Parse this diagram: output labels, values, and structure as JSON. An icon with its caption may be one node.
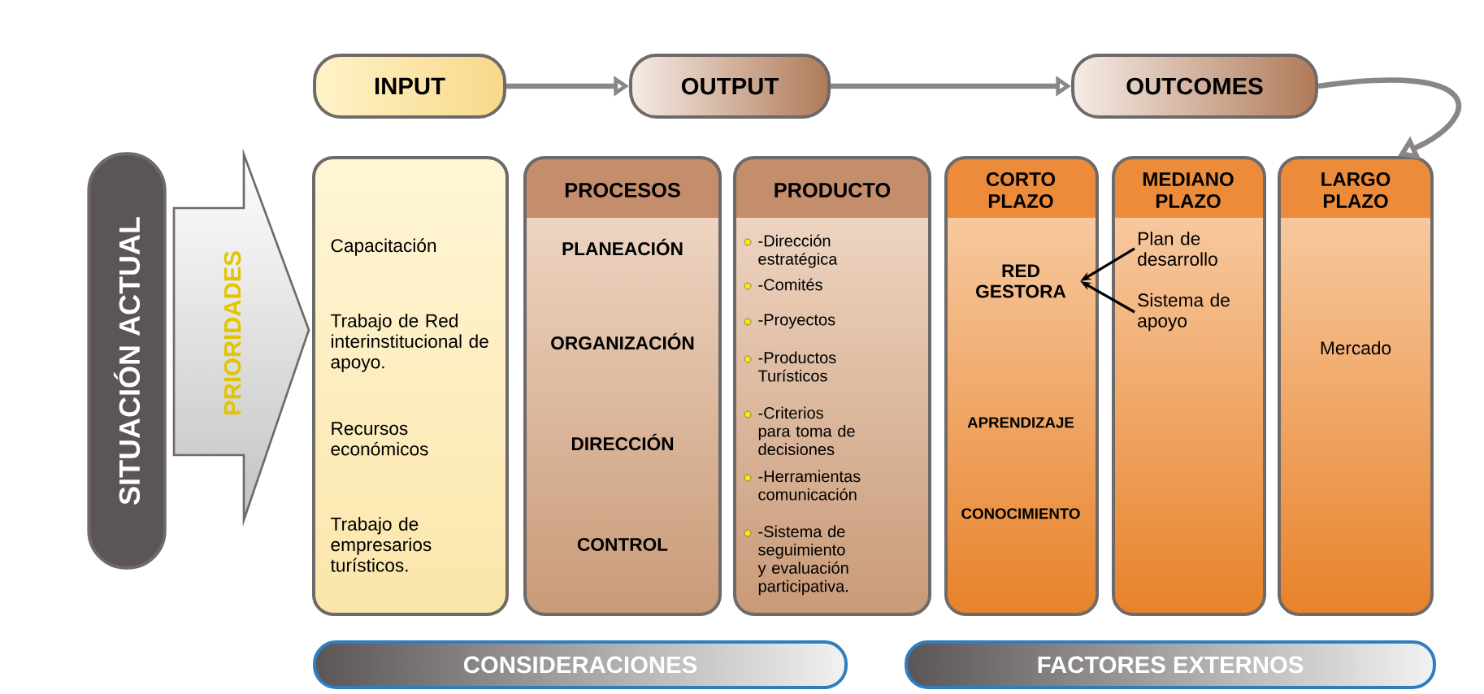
{
  "diagram": {
    "nodes": [
      {
        "text": [
          "SITUACIÓN ACTUAL"
        ]
      },
      {
        "text": [
          "PRIORIDADES"
        ]
      },
      {
        "text": [
          "INPUT"
        ]
      },
      {
        "text": [
          "OUTPUT"
        ]
      },
      {
        "text": [
          "OUTCOMES"
        ]
      },
      {
        "text": [
          "Capacitación",
          "Trabajo de Red interinstitucional de apoyo.",
          "Recursos económicos",
          "Trabajo de empresarios turísticos."
        ]
      },
      {
        "text": [
          "PROCESOS",
          "PLANEACIÓN",
          "ORGANIZACIÓN",
          "DIRECCIÓN",
          "CONTROL"
        ]
      },
      {
        "text": [
          "PRODUCTO",
          "-Dirección estratégica",
          "-Comités",
          "-Proyectos",
          "-Productos Turísticos",
          "-Criterios para toma de decisiones",
          "-Herramientas comunicación",
          "-Sistema de seguimiento y evaluación participativa."
        ]
      },
      {
        "text": [
          "CORTO PLAZO",
          "APRENDIZAJE",
          "CONOCIMIENTO"
        ]
      },
      {
        "text": [
          "RED GESTORA"
        ],
        "in": 8
      },
      {
        "text": [
          "MEDIANO PLAZO"
        ]
      },
      {
        "text": [
          "Plan de desarrollo"
        ],
        "in": 10
      },
      {
        "text": [
          "Sistema de apoyo"
        ],
        "in": 10
      },
      {
        "text": [
          "LARGO PLAZO",
          "Mercado"
        ]
      },
      {
        "text": [
          "CONSIDERACIONES"
        ]
      },
      {
        "text": [
          "FACTORES EXTERNOS"
        ]
      }
    ],
    "edges": [
      {
        "from": 2,
        "to": 3,
        "arrow": "to"
      },
      {
        "from": 3,
        "to": 4,
        "arrow": "to"
      },
      {
        "from": 4,
        "to": 13,
        "arrow": "to"
      },
      {
        "from": 11,
        "to": 9,
        "arrow": "to",
        "color": "#000000"
      },
      {
        "from": 12,
        "to": 9,
        "arrow": "to",
        "color": "#000000"
      }
    ]
  }
}
